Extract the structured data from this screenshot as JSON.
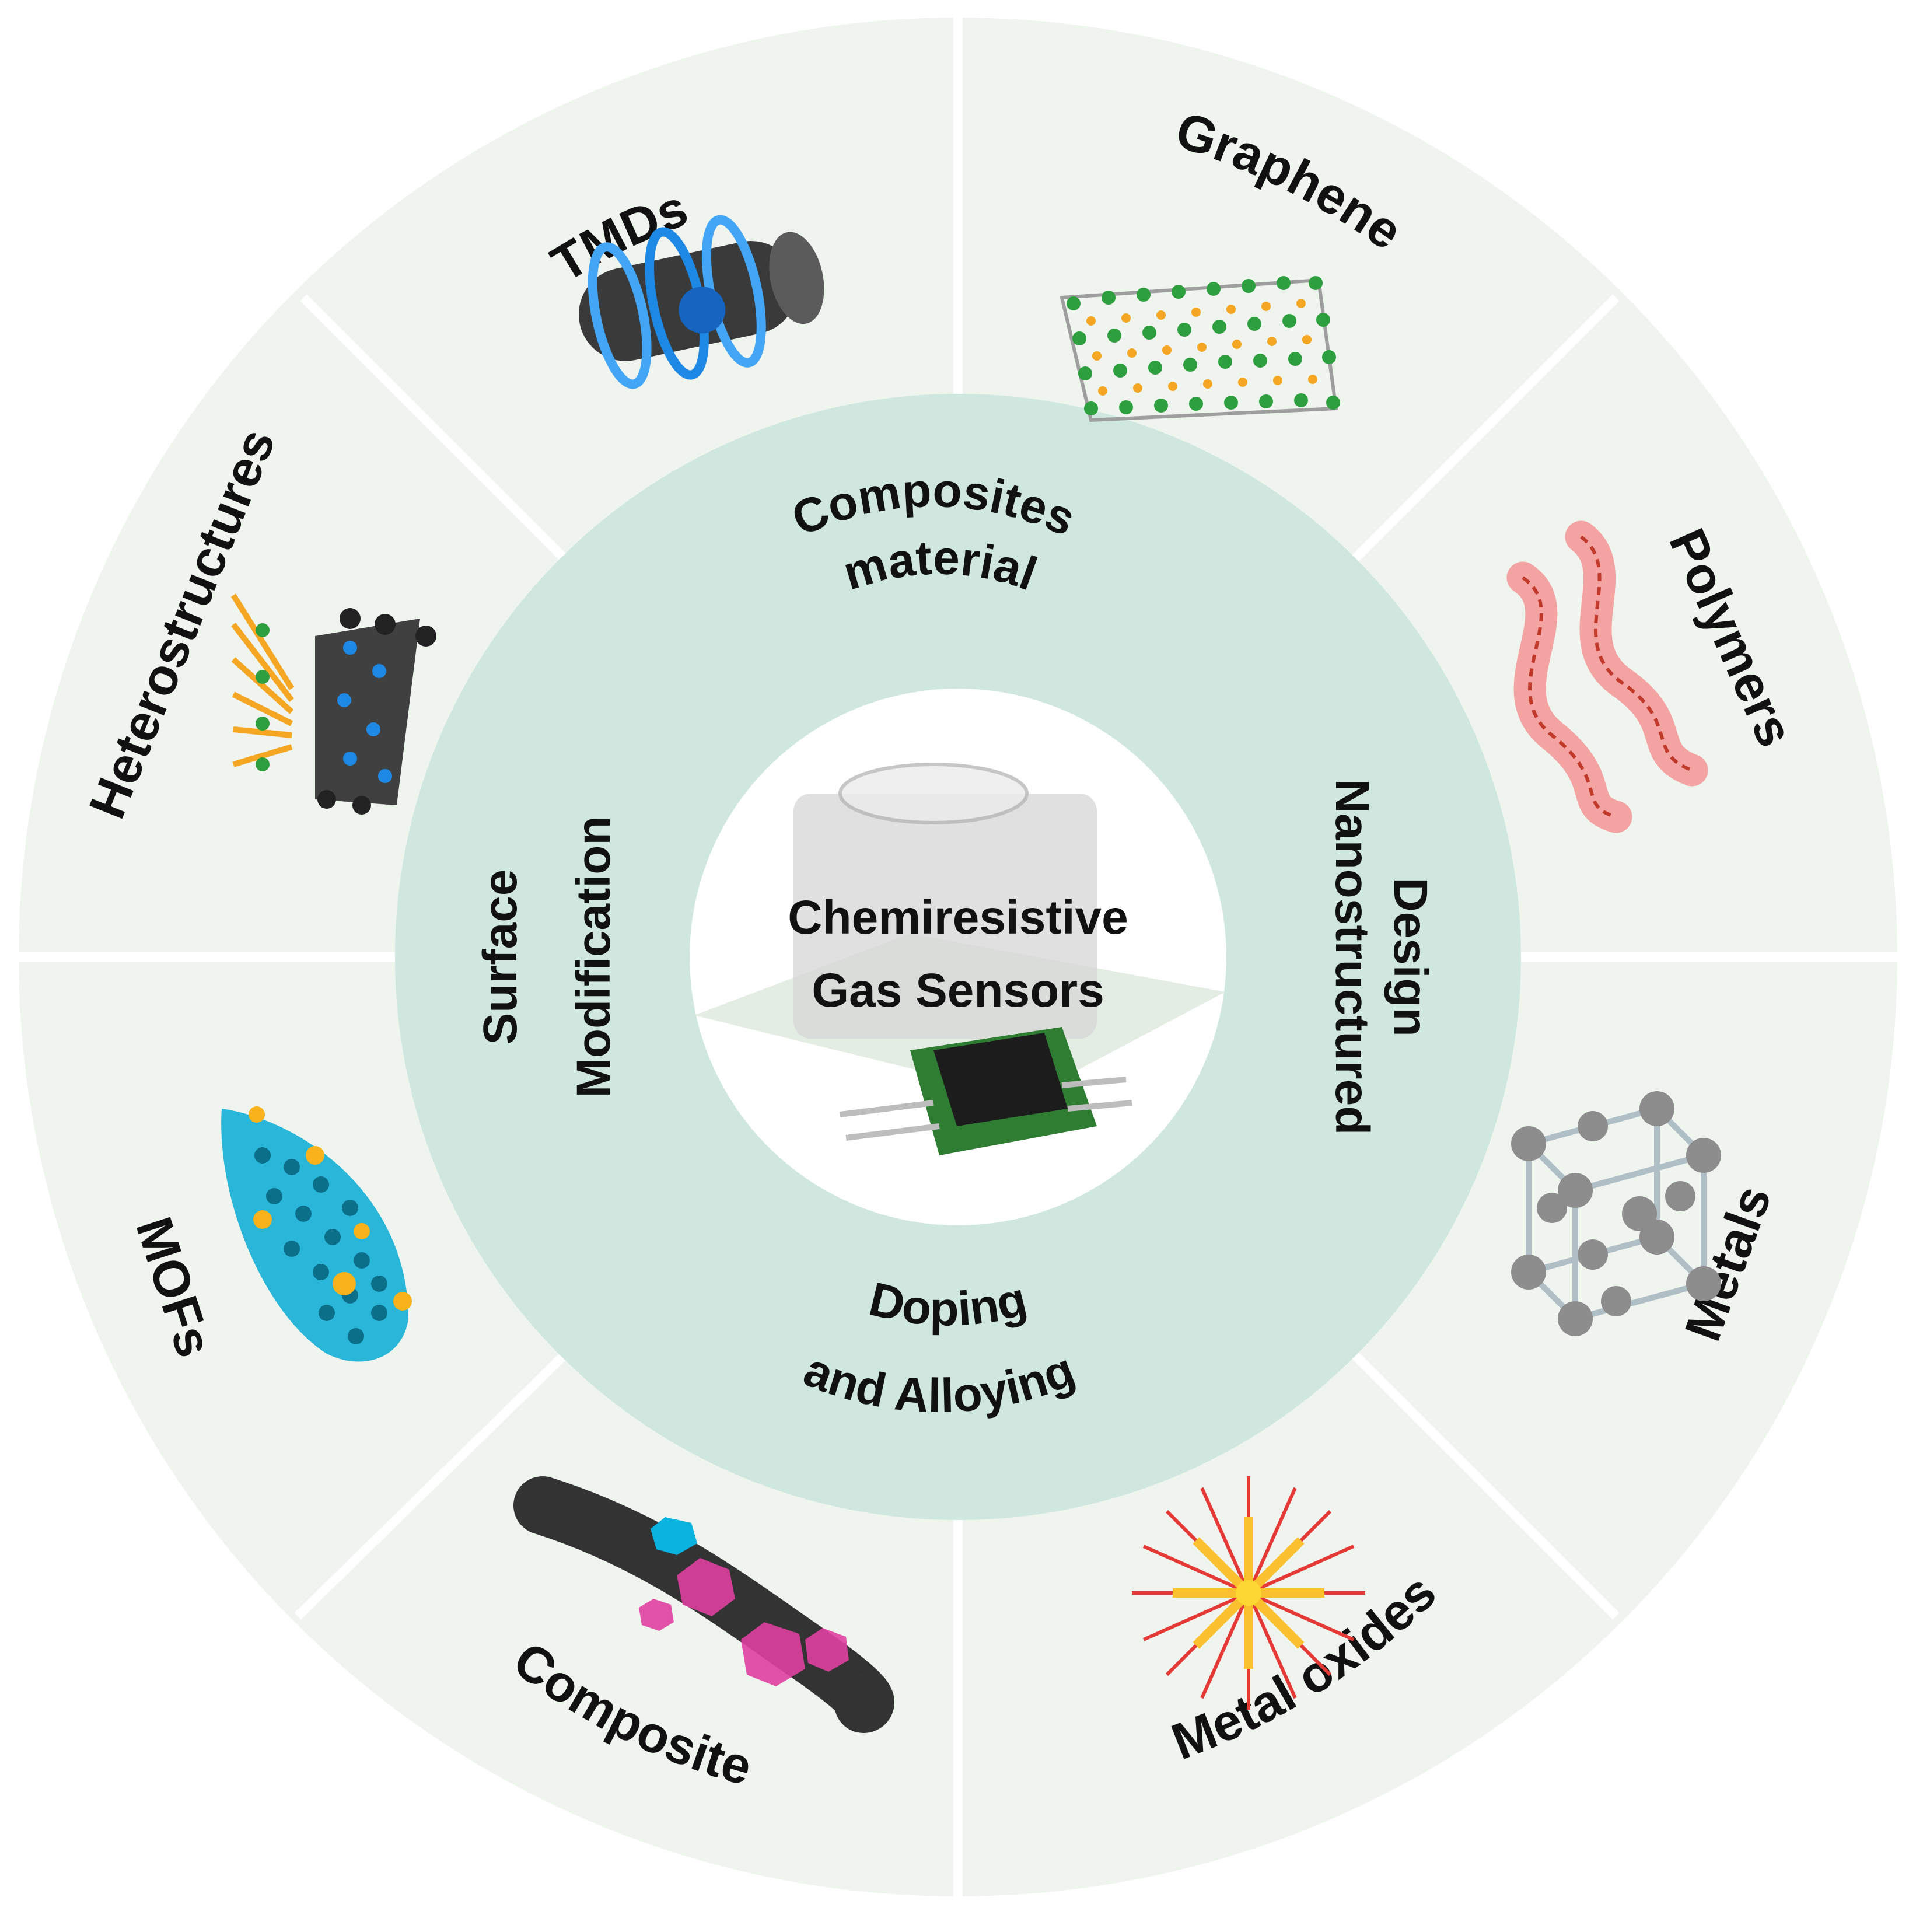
{
  "center": {
    "title_line1": "Chemiresistive",
    "title_line2": "Gas Sensors"
  },
  "strategies": [
    {
      "id": "composites",
      "lines": [
        "Composites",
        "material"
      ]
    },
    {
      "id": "nanostructured",
      "lines": [
        "Nanostructured",
        "Design"
      ]
    },
    {
      "id": "doping",
      "lines": [
        "Doping",
        "and Alloying"
      ]
    },
    {
      "id": "surface",
      "lines": [
        "Surface",
        "Modification"
      ]
    }
  ],
  "materials": [
    {
      "id": "tmds",
      "label": "TMDs"
    },
    {
      "id": "graphene",
      "label": "Graphene"
    },
    {
      "id": "polymers",
      "label": "Polymers"
    },
    {
      "id": "metals",
      "label": "Metals"
    },
    {
      "id": "metal-oxides",
      "label": "Metal oxides"
    },
    {
      "id": "composite",
      "label": "Composite"
    },
    {
      "id": "mofs",
      "label": "MOFs"
    },
    {
      "id": "heterostructures",
      "label": "Heterostructures"
    }
  ],
  "colors": {
    "outer_ring": "#eff4ef",
    "middle_ring": "#cfe7df",
    "inner_circle": "#ffffff",
    "divider": "#ffffff"
  },
  "icons": {
    "center": "sensor-chip-icon",
    "tmds": "nanotube-icon",
    "graphene": "lattice-sheet-icon",
    "polymers": "polymer-ribbon-icon",
    "metals": "crystal-lattice-icon",
    "metal-oxides": "starburst-molecule-icon",
    "composite": "decorated-nanotube-icon",
    "mofs": "porous-sheet-icon",
    "heterostructures": "layered-stack-icon"
  }
}
